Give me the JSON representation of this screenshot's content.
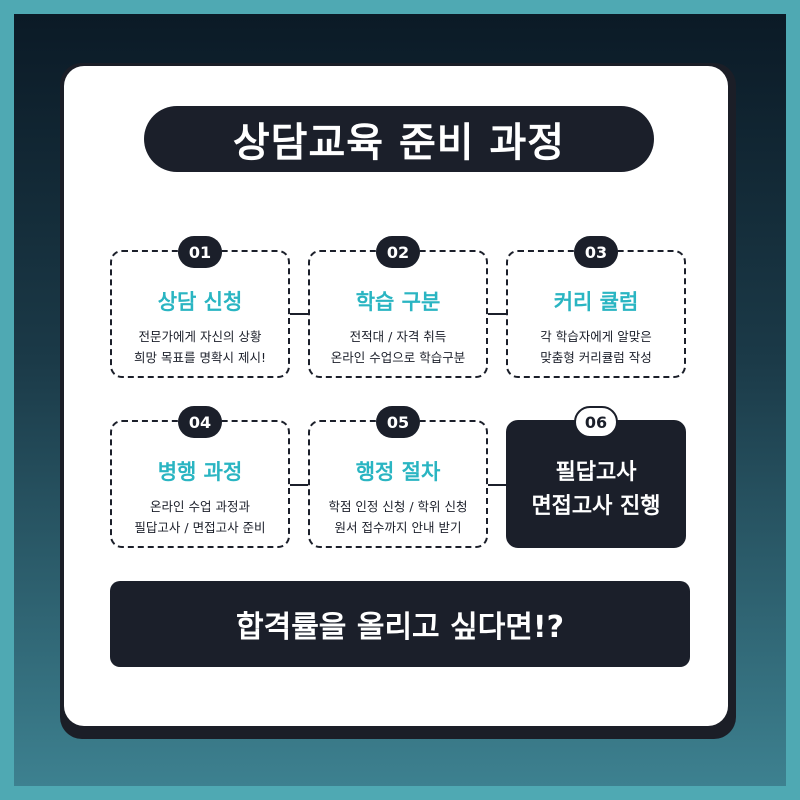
{
  "title": "상담교육 준비 과정",
  "steps": [
    {
      "number": "01",
      "title": "상담 신청",
      "desc_line1": "전문가에게 자신의 상황",
      "desc_line2": "희망 목표를 명확시 제시!"
    },
    {
      "number": "02",
      "title": "학습 구분",
      "desc_line1": "전적대 / 자격 취득",
      "desc_line2": "온라인 수업으로 학습구분"
    },
    {
      "number": "03",
      "title": "커리 큘럼",
      "desc_line1": "각 학습자에게 알맞은",
      "desc_line2": "맞춤형 커리큘럼 작성"
    },
    {
      "number": "04",
      "title": "병행 과정",
      "desc_line1": "온라인 수업 과정과",
      "desc_line2": "필답고사 / 면접고사 준비"
    },
    {
      "number": "05",
      "title": "행정 절차",
      "desc_line1": "학점 인정 신청 / 학위 신청",
      "desc_line2": "원서 접수까지 안내 받기"
    },
    {
      "number": "06",
      "line1": "필답고사",
      "line2": "면접고사 진행"
    }
  ],
  "cta": "합격률을 올리고 싶다면!?",
  "colors": {
    "accent": "#2ab5c2",
    "dark": "#1b1f2a",
    "background": "#4fa9b3"
  }
}
